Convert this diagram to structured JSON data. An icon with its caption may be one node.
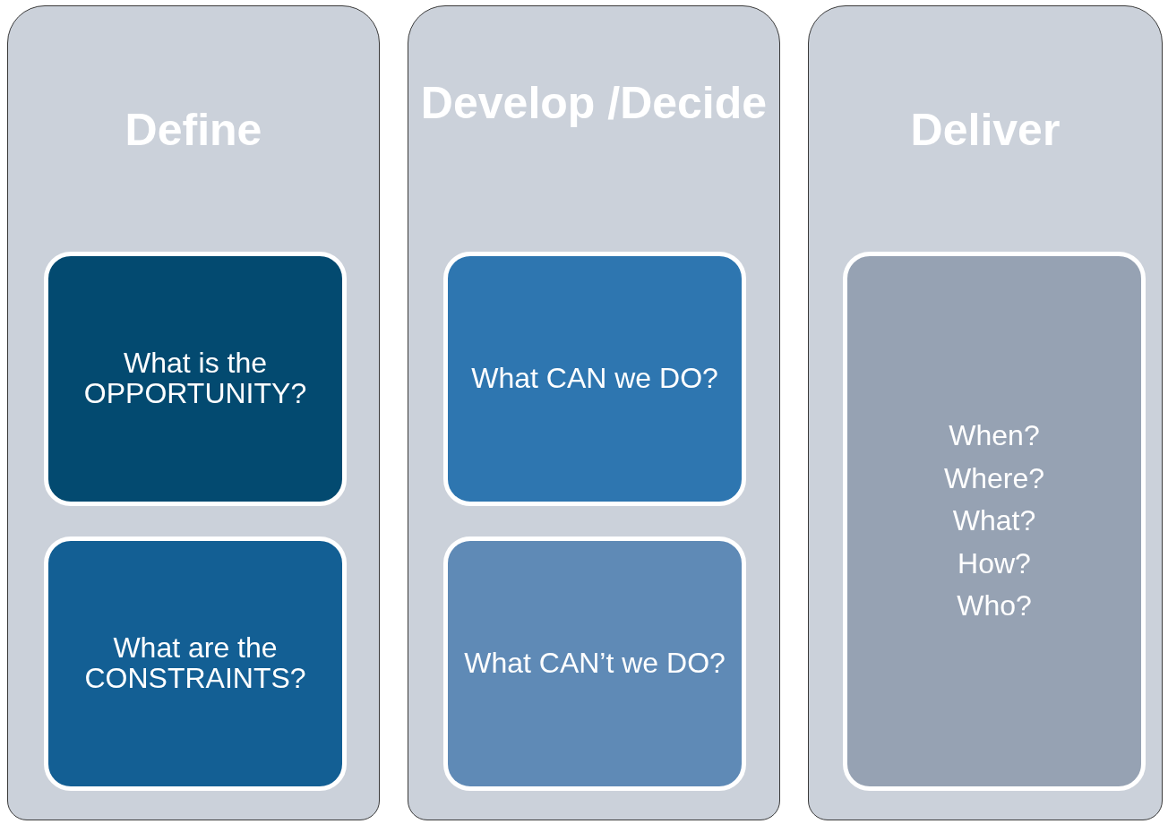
{
  "diagram": {
    "nodes": [
      {
        "text": [
          "Define"
        ]
      },
      {
        "text": [
          "What is the OPPORTUNITY?"
        ],
        "in": 0
      },
      {
        "text": [
          "What are the CONSTRAINTS?"
        ],
        "in": 0
      },
      {
        "text": [
          "Develop /Decide"
        ]
      },
      {
        "text": [
          "What CAN we DO?"
        ],
        "in": 3
      },
      {
        "text": [
          "What CAN’t we DO?"
        ],
        "in": 3
      },
      {
        "text": [
          "Deliver"
        ]
      },
      {
        "text": [
          "When?",
          "Where?",
          "What?",
          "How?",
          "Who?"
        ],
        "in": 6
      }
    ]
  }
}
